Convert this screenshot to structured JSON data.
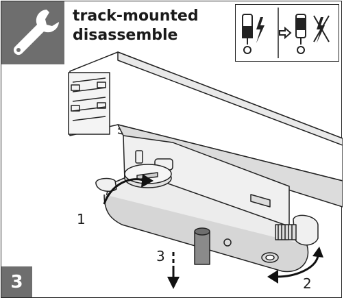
{
  "title": {
    "line1": "track-mounted",
    "line2": "disassemble"
  },
  "step": "3",
  "callouts": {
    "one": "1",
    "two": "2",
    "three": "3"
  },
  "icons": {
    "tool": "wrench-icon",
    "power_on": "lamp-with-lightning-icon",
    "arrow": "right-arrow-icon",
    "power_off": "lamp-crossed-lightning-icon"
  },
  "colors": {
    "badge_gray": "#6e6e6e",
    "line": "#222222",
    "housing_light": "#efefef",
    "housing_shade": "#cfcfcf"
  }
}
